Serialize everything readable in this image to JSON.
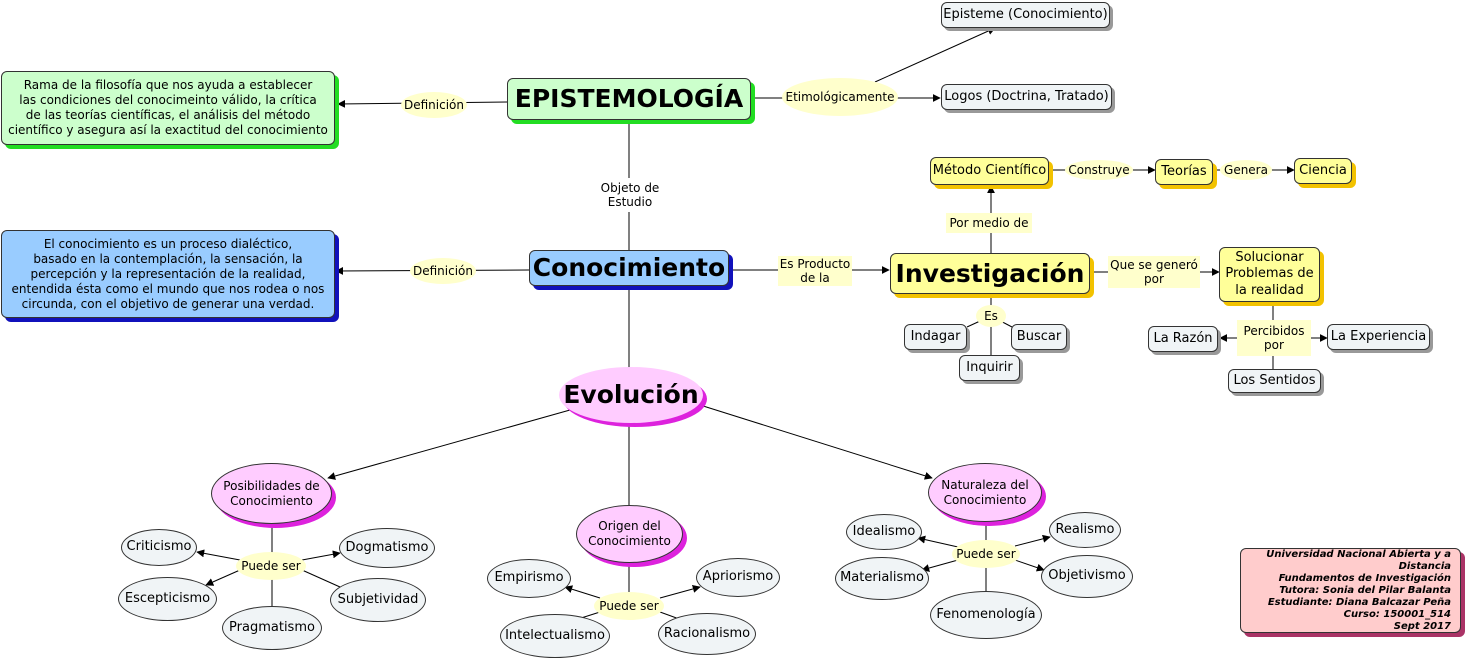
{
  "nodes": {
    "episteme": "Episteme (Conocimiento)",
    "logos": "Logos (Doctrina, Tratado)",
    "epistemologia": "EPISTEMOLOGÍA",
    "def_epistemologia": "Rama de la filosofía que nos ayuda a establecer\nlas condiciones del conocimeinto válido, la crítica\nde las teorías científicas, el análisis del método\ncientífico y asegura así la exactitud del conocimiento",
    "conocimiento": "Conocimiento",
    "def_conocimiento": "El conocimiento es un proceso dialéctico,\nbasado en la contemplación, la sensación, la\npercepción y la representación de la realidad,\nentendida ésta como el mundo que nos rodea o nos\ncircunda, con el objetivo de generar una verdad.",
    "metodo": "Método Científico",
    "teorias": "Teorías",
    "ciencia": "Ciencia",
    "investigacion": "Investigación",
    "solucionar": "Solucionar\nProblemas  de\nla realidad",
    "indagar": "Indagar",
    "buscar": "Buscar",
    "inquirir": "Inquirir",
    "razon": "La Razón",
    "experiencia": "La Experiencia",
    "sentidos": "Los Sentidos",
    "evolucion": "Evolución",
    "posibilidades": "Posibilidades de\nConocimiento",
    "origen": "Origen del\nConocimiento",
    "naturaleza": "Naturaleza del\nConocimiento",
    "criticismo": "Criticismo",
    "dogmatismo": "Dogmatismo",
    "escepticismo": "Escepticismo",
    "subjetividad": "Subjetividad",
    "pragmatismo": "Pragmatismo",
    "empirismo": "Empirismo",
    "apriorismo": "Apriorismo",
    "intelectualismo": "Intelectualismo",
    "racionalismo": "Racionalismo",
    "idealismo": "Idealismo",
    "realismo": "Realismo",
    "materialismo": "Materialismo",
    "objetivismo": "Objetivismo",
    "fenomenologia": "Fenomenología",
    "credits": "Universidad Nacional Abierta y a Distancia\nFundamentos de Investigación\nTutora: Sonia del Pilar Balanta\nEstudiante: Diana Balcazar Peña\nCurso: 150001_514\nSept 2017"
  },
  "links": {
    "definicion_1": "Definición",
    "etimologicamente": "Etimológicamente",
    "objeto_estudio": "Objeto de\nEstudio",
    "definicion_2": "Definición",
    "es_producto": "Es Producto\nde la",
    "por_medio": "Por medio de",
    "construye": "Construye",
    "genera": "Genera",
    "que_se_genero": "Que se generó\npor",
    "es": "Es",
    "percibidos": "Percibidos\npor",
    "puede_ser_1": "Puede ser",
    "puede_ser_2": "Puede ser",
    "puede_ser_3": "Puede ser"
  },
  "colors": {
    "green": "#ccffcc",
    "blue": "#99ccff",
    "yellow": "#ffff99",
    "magenta": "#ffccff",
    "gray": "#f0f4f6",
    "pink": "#ffcccc",
    "label": "#ffffcc"
  }
}
